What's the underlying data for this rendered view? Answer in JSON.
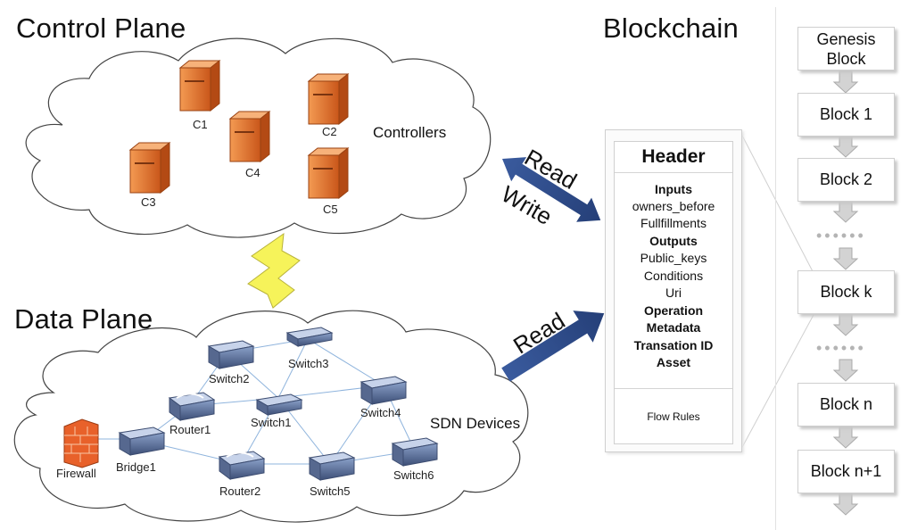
{
  "titles": {
    "control_plane": "Control Plane",
    "data_plane": "Data Plane",
    "blockchain": "Blockchain"
  },
  "control": {
    "controllers_label": "Controllers",
    "servers": [
      "C1",
      "C2",
      "C4",
      "C3",
      "C5"
    ]
  },
  "data": {
    "sdn_label": "SDN Devices",
    "devices": [
      "Switch3",
      "Switch2",
      "Switch4",
      "Router1",
      "Switch1",
      "Firewall",
      "Bridge1",
      "Switch6",
      "Router2",
      "Switch5"
    ]
  },
  "arrows": {
    "read_top": "Read",
    "write": "Write",
    "read_bottom": "Read"
  },
  "tx": {
    "header": "Header",
    "inputs": "Inputs",
    "owners_before": "owners_before",
    "fulfillments": "Fullfillments",
    "outputs": "Outputs",
    "public_keys": "Public_keys",
    "conditions": "Conditions",
    "uri": "Uri",
    "operation": "Operation",
    "metadata": "Metadata",
    "transaction_id": "Transation ID",
    "asset": "Asset",
    "flow_rules": "Flow Rules"
  },
  "chain": {
    "genesis_line1": "Genesis",
    "genesis_line2": "Block",
    "block1": "Block 1",
    "block2": "Block 2",
    "blockk": "Block k",
    "blockn": "Block n",
    "blockn1": "Block n+1",
    "dots": "••••••"
  },
  "colors": {
    "arrow_blue": "#2f4f8f",
    "server_orange": "#e8782a",
    "lightning_yellow": "#f2f25a"
  }
}
